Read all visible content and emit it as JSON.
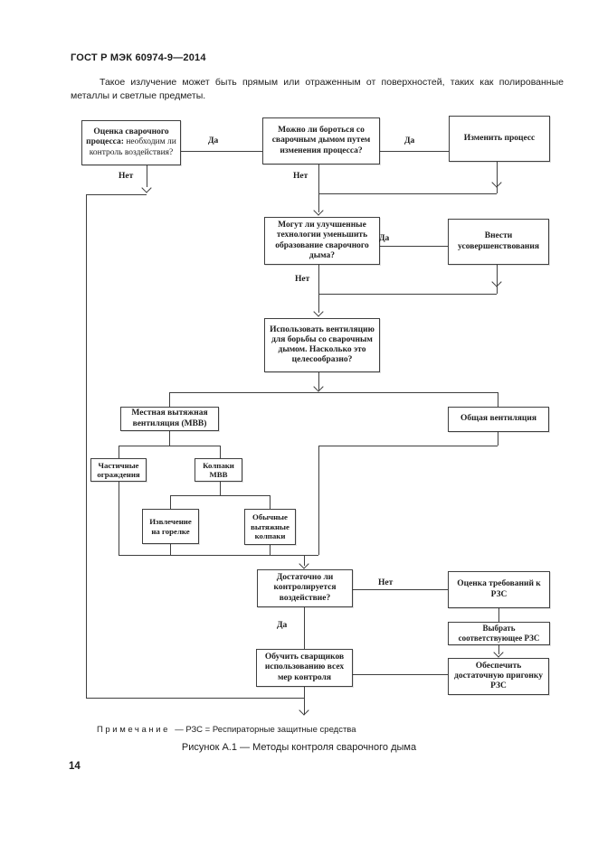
{
  "page": {
    "header": "ГОСТ Р МЭК 60974-9—2014",
    "intro": "Такое излучение может быть прямым или отраженным от поверхностей, таких как полированные металлы и светлые предметы.",
    "note_label": "Примечание",
    "note_text": "— РЗС = Респираторные защитные средства",
    "caption": "Рисунок А.1 — Методы контроля сварочного дыма",
    "page_number": "14"
  },
  "flow": {
    "nodes": {
      "assess_bold": "Оценка сварочного процесса:",
      "assess_rest": "необходим ли контроль воздействия?",
      "process_change_q": "Можно ли бороться со сварочным дымом путем изменения процесса?",
      "change_process": "Изменить процесс",
      "improved_tech_q": "Могут ли улучшенные технологии уменьшить образование сварочного дыма?",
      "make_improvements": "Внести усовершенствования",
      "ventilation_q": "Использовать вентиляцию для борьбы со сварочным дымом. Насколько это целесообразно?",
      "lev": "Местная вытяжная вентиляция (МВВ)",
      "general_vent": "Общая вентиляция",
      "partial_enclosures": "Частичные ограждения",
      "lev_hoods": "Колпаки МВВ",
      "torch_extraction": "Извлечение на горелке",
      "conventional_hoods": "Обычные вытяжные колпаки",
      "exposure_controlled_q": "Достаточно ли контролируется воздействие?",
      "rpe_requirements": "Оценка требований к РЗС",
      "select_rpe": "Выбрать соответствующее РЗС",
      "train_welders": "Обучить сварщиков использованию всех мер контроля",
      "rpe_fit": "Обеспечить достаточную пригонку РЗС"
    },
    "labels": {
      "yes": "Да",
      "no": "Нет"
    }
  }
}
